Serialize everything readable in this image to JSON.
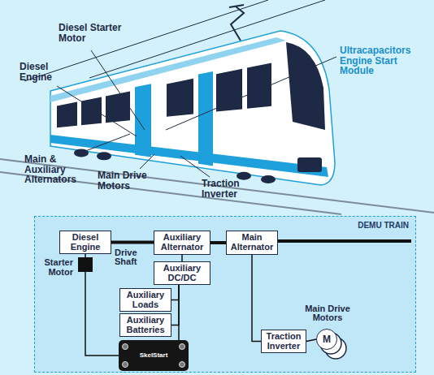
{
  "diagram": {
    "nodes": [
      {
        "text": [
          "DEMU TRAIN"
        ]
      },
      {
        "text": [
          "Diesel Engine"
        ],
        "in": 0
      },
      {
        "text": [
          "Starter Motor"
        ],
        "in": 0
      },
      {
        "text": [
          "Auxiliary Alternator"
        ],
        "in": 0
      },
      {
        "text": [
          "Main Alternator"
        ],
        "in": 0
      },
      {
        "text": [
          "Auxiliary DC/DC"
        ],
        "in": 0
      },
      {
        "text": [
          "Auxiliary Loads"
        ],
        "in": 0
      },
      {
        "text": [
          "Auxiliary Batteries"
        ],
        "in": 0
      },
      {
        "text": [
          "SkelStart"
        ],
        "in": 0
      },
      {
        "text": [
          "Traction Inverter"
        ],
        "in": 0
      },
      {
        "text": [
          "M",
          "Main Drive Motors"
        ],
        "in": 0
      }
    ],
    "edges": [
      {
        "from": 1,
        "to": 3,
        "label": "Drive Shaft",
        "arrow": "none"
      },
      {
        "from": 3,
        "to": 4,
        "arrow": "none"
      },
      {
        "from": 1,
        "to": 2,
        "arrow": "none"
      },
      {
        "from": 3,
        "to": 5,
        "arrow": "none"
      },
      {
        "from": 5,
        "to": 6,
        "arrow": "none"
      },
      {
        "from": 5,
        "to": 7,
        "arrow": "none"
      },
      {
        "from": 5,
        "to": 8,
        "arrow": "none"
      },
      {
        "from": 2,
        "to": 8,
        "arrow": "none"
      },
      {
        "from": 4,
        "to": 9,
        "arrow": "none"
      },
      {
        "from": 9,
        "to": 10,
        "arrow": "none"
      }
    ],
    "labels": [
      "Diesel Starter Motor",
      "Diesel Engine",
      "Ultracapacitors Engine Start Module",
      "Main & Auxiliary Alternators",
      "Main Drive Motors",
      "Traction Inverter"
    ]
  }
}
